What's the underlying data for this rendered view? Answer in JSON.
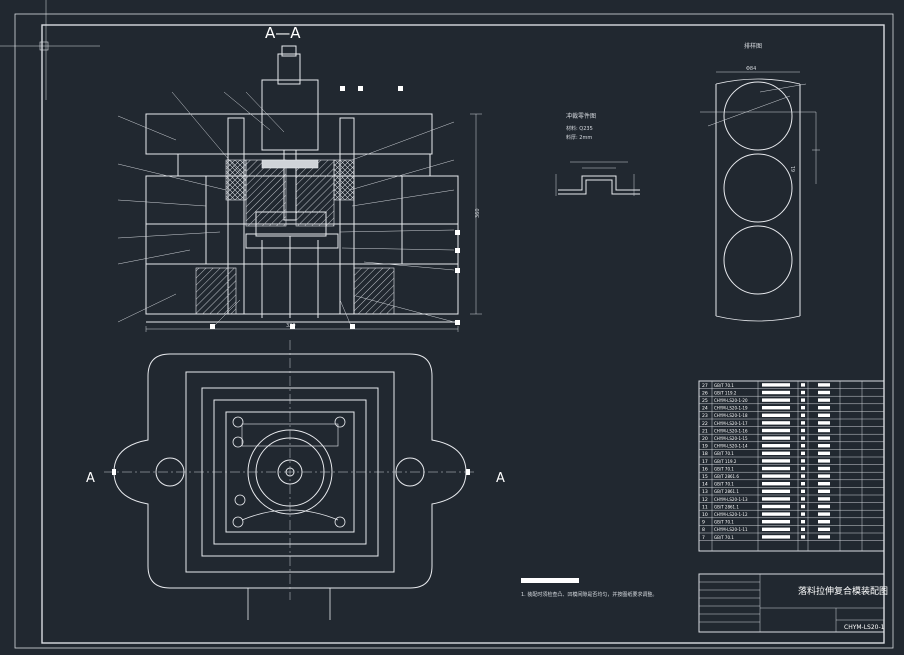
{
  "drawing": {
    "section_label": "A—A",
    "section_marker": "A",
    "part_drawing_title": "冲裁零件图",
    "part_material_line": "材料: Q235",
    "part_thickness_line": "料厚: 2mm",
    "layout_drawing_title": "排样图",
    "title_block_name": "落料拉伸复合模装配图",
    "drawing_number": "CHYM-LS20-1",
    "dim_total_width": "320",
    "dim_height": "360",
    "dim_strip_width": "Φ84",
    "dim_pitch": "61",
    "notes_line": "1. 装配时须检查凸、凹模间隙是否均匀，并按图纸要求调整。"
  },
  "bom": {
    "rows": [
      {
        "no": "27",
        "std": "GB/T 70.1"
      },
      {
        "no": "26",
        "std": "GB/T 119.2"
      },
      {
        "no": "25",
        "std": "CHYM-LS20-1-20"
      },
      {
        "no": "24",
        "std": "CHYM-LS20-1-19"
      },
      {
        "no": "23",
        "std": "CHYM-LS20-1-18"
      },
      {
        "no": "22",
        "std": "CHYM-LS20-1-17"
      },
      {
        "no": "21",
        "std": "CHYM-LS20-1-16"
      },
      {
        "no": "20",
        "std": "CHYM-LS20-1-15"
      },
      {
        "no": "19",
        "std": "CHYM-LS20-1-14"
      },
      {
        "no": "18",
        "std": "GB/T 70.1"
      },
      {
        "no": "17",
        "std": "GB/T 119.2"
      },
      {
        "no": "16",
        "std": "GB/T 70.1"
      },
      {
        "no": "15",
        "std": "GB/T 2861.6"
      },
      {
        "no": "14",
        "std": "GB/T 70.1"
      },
      {
        "no": "13",
        "std": "GB/T 2861.1"
      },
      {
        "no": "12",
        "std": "CHYM-LS20-1-13"
      },
      {
        "no": "11",
        "std": "GB/T 2861.1"
      },
      {
        "no": "10",
        "std": "CHYM-LS20-1-12"
      },
      {
        "no": "9",
        "std": "GB/T 70.1"
      },
      {
        "no": "8",
        "std": "CHYM-LS20-1-11"
      },
      {
        "no": "7",
        "std": "GB/T 70.1"
      }
    ]
  }
}
